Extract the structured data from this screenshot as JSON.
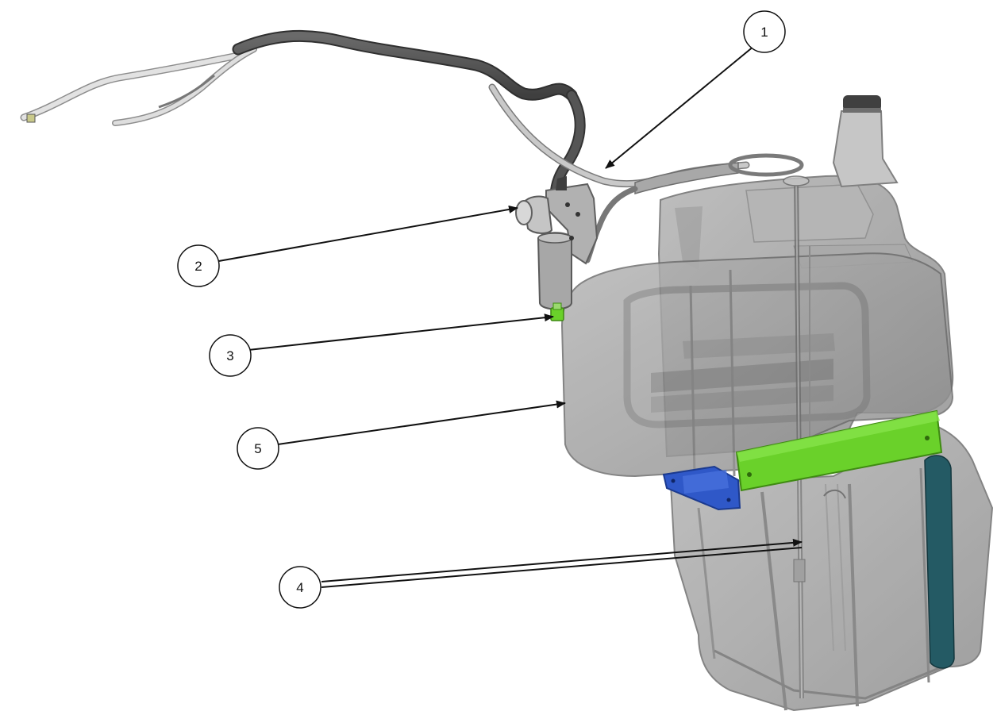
{
  "callouts": [
    {
      "number": "1"
    },
    {
      "number": "2"
    },
    {
      "number": "3"
    },
    {
      "number": "4"
    },
    {
      "number": "5"
    }
  ],
  "colors": {
    "tank_body": "#9a9a9a",
    "hose": "#555555",
    "hose_light": "#cfcfcf",
    "green_bracket": "#6ad12a",
    "blue_bracket": "#2f58c8",
    "teal_strap": "#245a64",
    "callout_line": "#111111"
  }
}
